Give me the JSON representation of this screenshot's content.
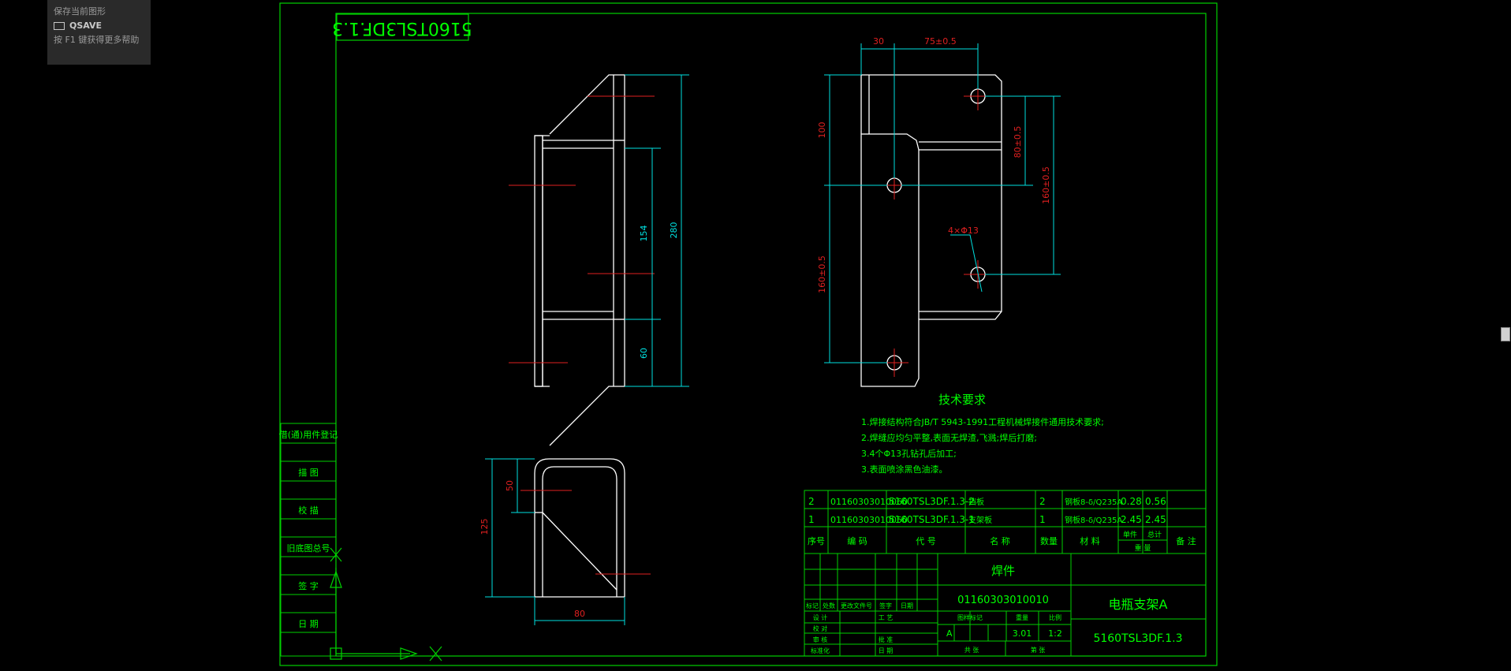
{
  "colors": {
    "background": "#000000",
    "frame": "#00d000",
    "geometry": "#ffffff",
    "dimension": "#00e0e0",
    "center": "#e02020",
    "text_green": "#00ff00",
    "title_red": "#ff3030"
  },
  "tooltip": {
    "title": "保存当前图形",
    "command": "QSAVE",
    "help": "按 F1 键获得更多帮助"
  },
  "drawing": {
    "corner_code": "5160TSL3DF.1.3",
    "dimensions": {
      "d30": "30",
      "d75": "75±0.5",
      "d100": "100",
      "d80": "80±0.5",
      "d160r": "160±0.5",
      "d160l": "160±0.5",
      "hole_note": "4×Φ13",
      "d154": "154",
      "d280": "280",
      "d60": "60",
      "d50": "50",
      "d125": "125",
      "d80b": "80"
    },
    "tech_req": {
      "title": "技术要求",
      "lines": [
        "1.焊接结构符合JB/T 5943-1991工程机械焊接件通用技术要求;",
        "2.焊缝应均匀平整,表面无焊渣,飞溅;焊后打磨;",
        "3.4个Φ13孔钻孔后加工;",
        "3.表面喷涂黑色油漆。"
      ]
    },
    "side_stamps": [
      "借(通)用件登记",
      "描 图",
      "校 描",
      "旧底图总号",
      "签 字",
      "日 期"
    ],
    "bom": {
      "rows": [
        [
          "2",
          "01160303010060",
          "5160TSL3DF.1.3-2",
          "挡板",
          "2",
          "钢板8-δ/Q235A",
          "0.28",
          "0.56",
          ""
        ],
        [
          "1",
          "01160303010050",
          "5160TSL3DF.1.3-1",
          "支架板",
          "1",
          "钢板8-δ/Q235A",
          "2.45",
          "2.45",
          ""
        ]
      ],
      "header": [
        "序号",
        "编 码",
        "代 号",
        "名 称",
        "数量",
        "材 料",
        "单件",
        "总计",
        "备 注"
      ],
      "weight_label": "重 量"
    },
    "title_block": {
      "doc_type": "焊件",
      "part_code": "01160303010010",
      "part_name": "电瓶支架A",
      "drawing_no": "5160TSL3DF.1.3",
      "stage_label": "A",
      "weight": "3.01",
      "scale": "1:2",
      "labels": {
        "stage": "图样标记",
        "weight_h": "重量",
        "scale_h": "比例",
        "sheet": "共 张",
        "page": "第 张",
        "design": "设 计",
        "check": "校 对",
        "review": "审 核",
        "std": "标准化",
        "process": "工 艺",
        "approve": "批 准",
        "mark": "标记",
        "qty": "处数",
        "file": "更改文件号",
        "sign": "签字",
        "date": "日期",
        "date2": "日 期"
      }
    }
  }
}
